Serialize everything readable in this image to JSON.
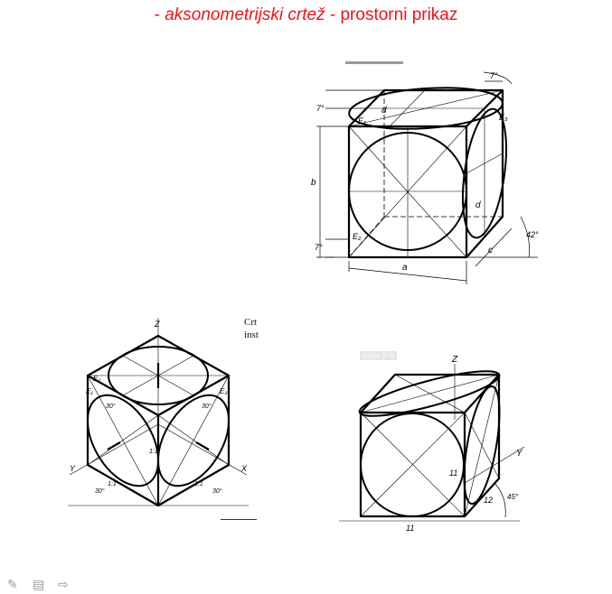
{
  "header": {
    "title_prefix": "- ",
    "title_italic": "aksonometrijski crtež",
    "title_suffix": " - prostorni prikaz"
  },
  "figures": {
    "cabinet": {
      "labels": {
        "d_top": "d",
        "d_side": "d",
        "b": "b",
        "a": "a",
        "c": "c",
        "e1": "E₁",
        "e2": "E₂",
        "e3": "E₃",
        "deg7_top": "7°",
        "deg7_left": "7°",
        "deg7_bottom": "7°",
        "deg42": "42°"
      }
    },
    "isometric": {
      "labels": {
        "z": "Z",
        "y": "Y",
        "x": "X",
        "e1": "E₁",
        "e2": "E₂",
        "e3": "E₃",
        "deg30_left": "30°",
        "deg30_right": "30°",
        "deg30_bl": "30°",
        "deg30_br": "30°",
        "ratio_left": "1:1",
        "ratio_right": "1:1",
        "ratio_center": "1:1"
      },
      "side_text": [
        "Crt",
        "inst"
      ]
    },
    "oblique": {
      "labels": {
        "z": "Z",
        "y": "Y",
        "n11_bottom": "11",
        "n11_side": "11",
        "n12": "12",
        "deg45": "45°"
      },
      "caption_faint": "Slika 8-9"
    }
  },
  "nav": {
    "icons": [
      "pen-icon",
      "menu-icon",
      "arrow-right-icon"
    ]
  }
}
